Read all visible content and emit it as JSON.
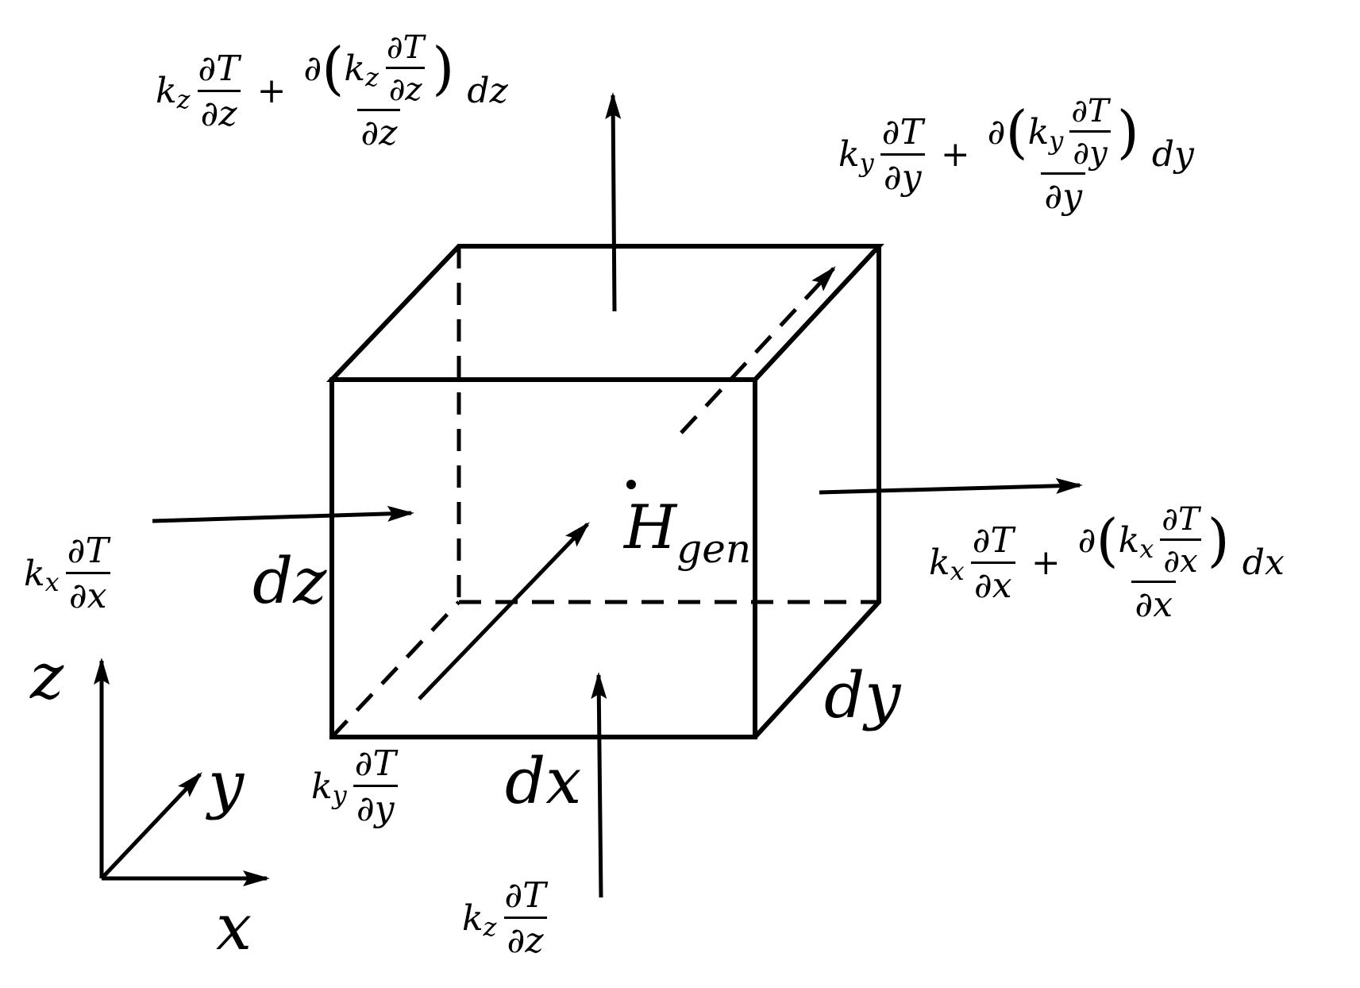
{
  "labels": {
    "dz": "dz",
    "dx": "dx",
    "dy": "dy",
    "axis_z": "z",
    "axis_y": "y",
    "axis_x": "x",
    "h": "H",
    "h_sub": "gen"
  },
  "symbols": {
    "k": "k",
    "x": "x",
    "y": "y",
    "z": "z",
    "partial": "∂",
    "T": "T",
    "plus": "+",
    "d": "d",
    "lparen": "(",
    "rparen": ")"
  }
}
